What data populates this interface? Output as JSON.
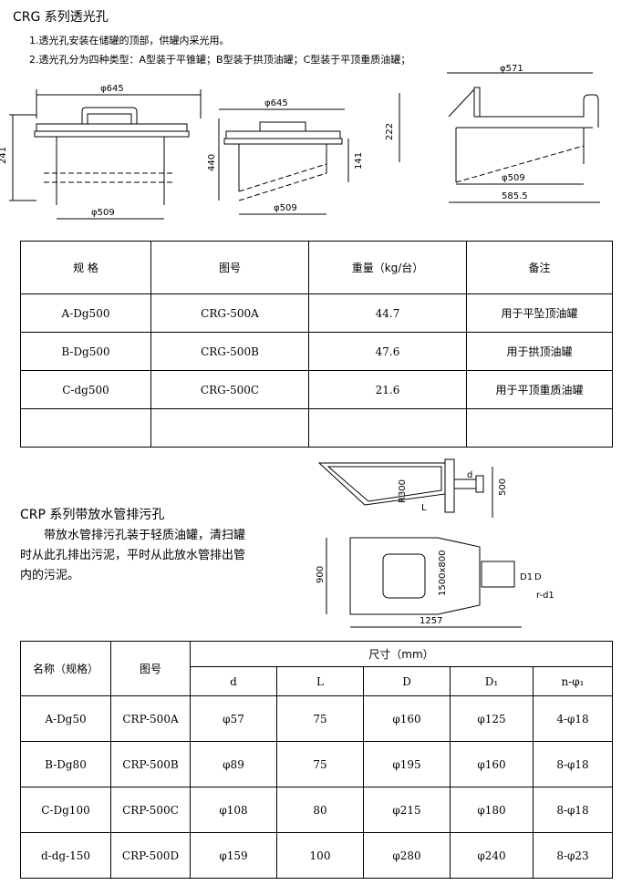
{
  "crg": {
    "title": "CRG 系列透光孔",
    "notes": [
      "1.透光孔安装在储罐的顶部，供罐内采光用。",
      "2.透光孔分为四种类型：A型装于平锥罐；B型装于拱顶油罐；C型装于平顶重质油罐；"
    ],
    "drawing_labels": {
      "a_top": "φ645",
      "a_bottom": "φ509",
      "a_height": "241",
      "b_top": "φ645",
      "b_bottom": "φ509",
      "b_height": "440",
      "b_inner": "141",
      "c_top": "φ571",
      "c_mid": "φ509",
      "c_bottom": "585.5",
      "c_height": "222"
    },
    "headers": [
      "规 格",
      "图号",
      "重量（kg/台）",
      "备注"
    ],
    "rows": [
      [
        "A-Dg500",
        "CRG-500A",
        "44.7",
        "用于平坠顶油罐"
      ],
      [
        "B-Dg500",
        "CRG-500B",
        "47.6",
        "用于拱顶油罐"
      ],
      [
        "C-dg500",
        "CRG-500C",
        "21.6",
        "用于平顶重质油罐"
      ],
      [
        "",
        "",
        "",
        ""
      ]
    ]
  },
  "crp": {
    "title": "CRP 系列带放水管排污孔",
    "desc": "带放水管排污孔装于轻质油罐，清扫罐时从此孔排出污泥，平时从此放水管排出管内的污泥。",
    "drawing_labels": {
      "r": "R300",
      "l": "L",
      "d": "d",
      "h500": "500",
      "w900": "900",
      "w1257": "1257",
      "D": "D",
      "D1": "D1",
      "rd1": "r-d1",
      "vert": "1500x800"
    },
    "headers": {
      "name": "名称（规格）",
      "drawing": "图号",
      "size_group": "尺寸（mm）",
      "cols": [
        "d",
        "L",
        "D",
        "D₁",
        "n-φ₁"
      ]
    },
    "rows": [
      [
        "A-Dg50",
        "CRP-500A",
        "φ57",
        "75",
        "φ160",
        "φ125",
        "4-φ18"
      ],
      [
        "B-Dg80",
        "CRP-500B",
        "φ89",
        "75",
        "φ195",
        "φ160",
        "8-φ18"
      ],
      [
        "C-Dg100",
        "CRP-500C",
        "φ108",
        "80",
        "φ215",
        "φ180",
        "8-φ18"
      ],
      [
        "d-dg-150",
        "CRP-500D",
        "φ159",
        "100",
        "φ280",
        "φ240",
        "8-φ23"
      ]
    ]
  }
}
